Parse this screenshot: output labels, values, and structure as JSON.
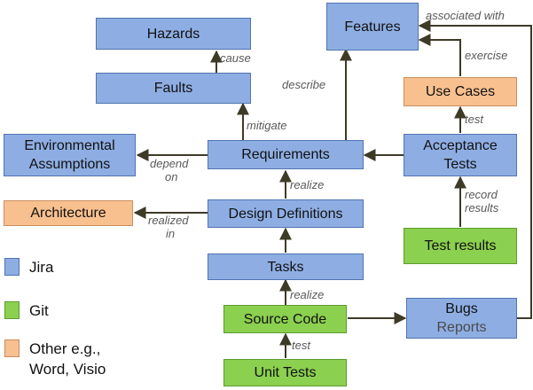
{
  "nodes": {
    "hazards": "Hazards",
    "faults": "Faults",
    "env_line1": "Environmental",
    "env_line2": "Assumptions",
    "requirements": "Requirements",
    "architecture": "Architecture",
    "design_definitions": "Design Definitions",
    "tasks": "Tasks",
    "source_code": "Source Code",
    "unit_tests": "Unit Tests",
    "features": "Features",
    "use_cases": "Use Cases",
    "acceptance_line1": "Acceptance",
    "acceptance_line2": "Tests",
    "test_results": "Test results",
    "bugs_line1": "Bugs",
    "bugs_line2": "Reports"
  },
  "edges": {
    "cause": "cause",
    "mitigate": "mitigate",
    "depend_line1": "depend",
    "depend_line2": "on",
    "describe": "describe",
    "realize_1": "realize",
    "realized_line1": "realized",
    "realized_line2": "in",
    "realize_2": "realize",
    "test_1": "test",
    "associated_with": "associated with",
    "exercise": "exercise",
    "test_2": "test",
    "record_line1": "record",
    "record_line2": "results"
  },
  "legend": {
    "jira": "Jira",
    "git": "Git",
    "other_line1": "Other e.g.,",
    "other_line2": "Word, Visio"
  },
  "colors": {
    "jira": "#8eaee3",
    "git": "#8bd04f",
    "other": "#f9c08f",
    "arrow": "#3d3a26"
  }
}
